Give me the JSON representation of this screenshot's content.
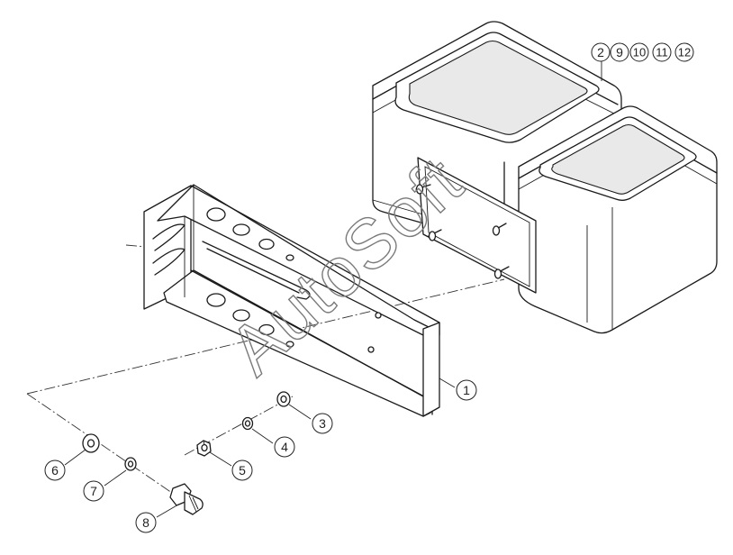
{
  "watermark": {
    "text": "AutoSoft"
  },
  "callouts": {
    "part_1": "1",
    "part_3": "3",
    "part_4": "4",
    "part_5": "5",
    "part_6": "6",
    "part_7": "7",
    "part_8": "8",
    "group": [
      "2",
      "9",
      "10",
      "11",
      "12"
    ]
  }
}
